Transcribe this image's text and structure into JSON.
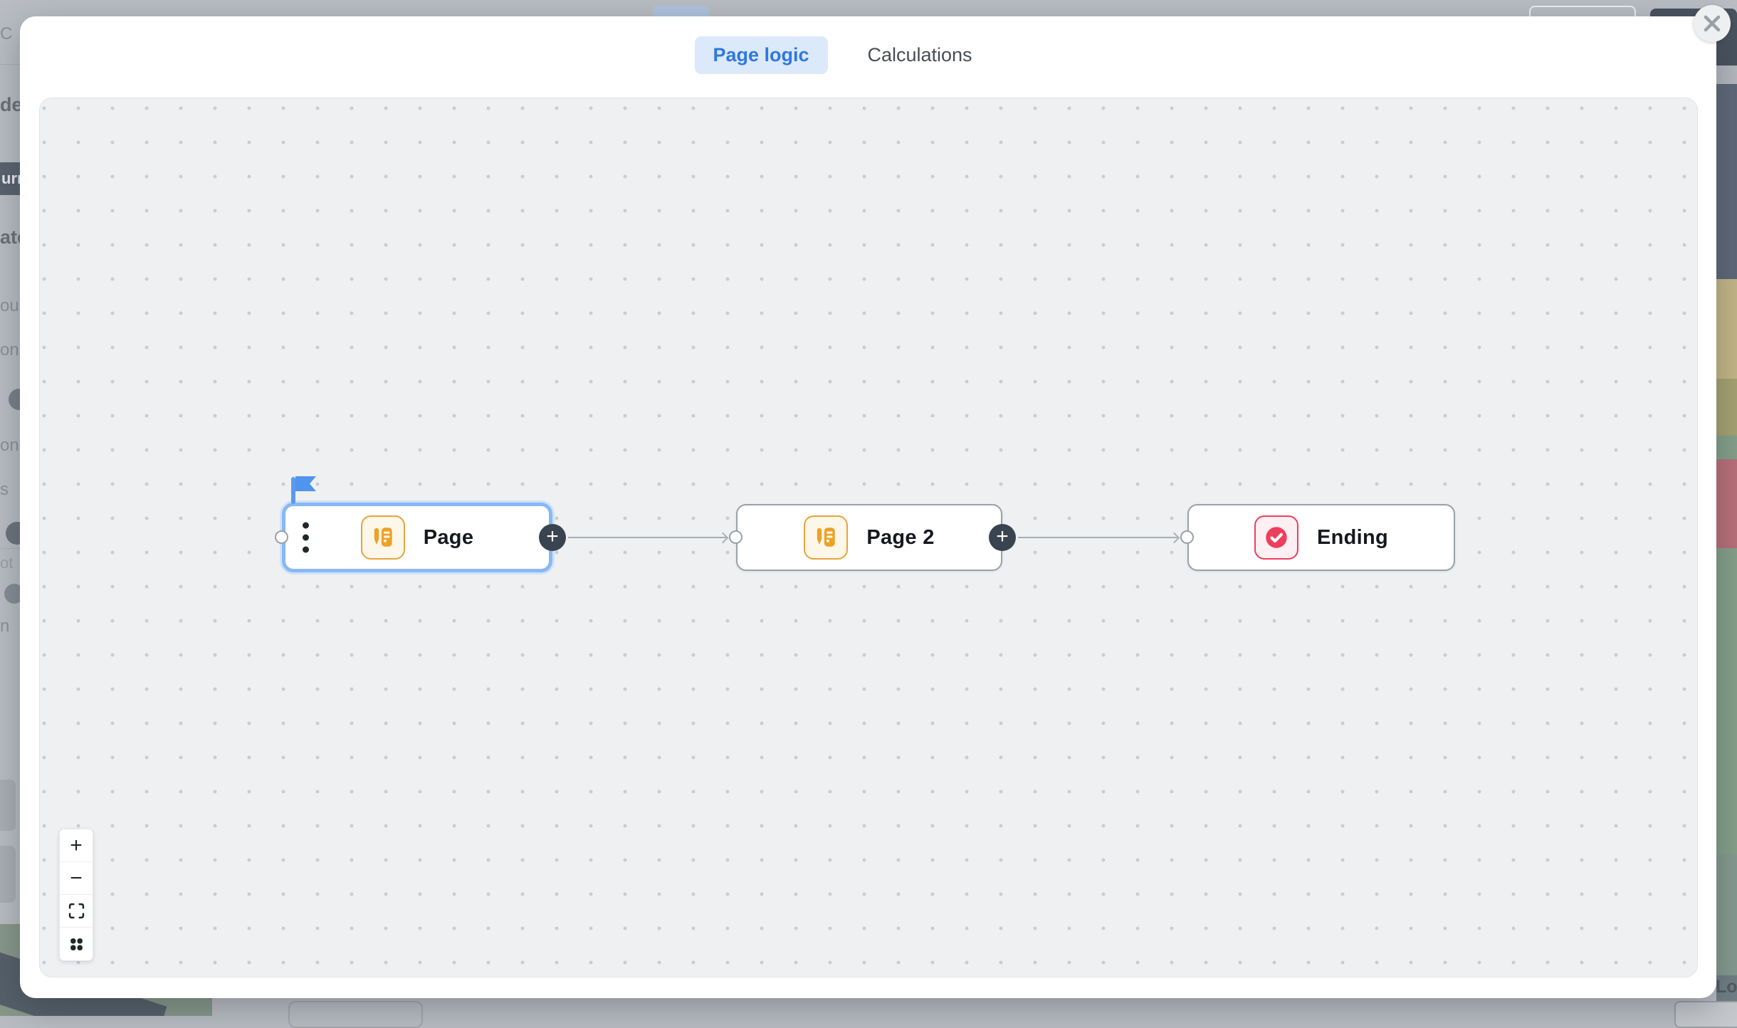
{
  "modal": {
    "tabs": [
      {
        "label": "Page logic",
        "active": true
      },
      {
        "label": "Calculations",
        "active": false
      }
    ]
  },
  "flow": {
    "nodes": [
      {
        "label": "Page",
        "type": "page",
        "selected": true,
        "is_start": true
      },
      {
        "label": "Page 2",
        "type": "page",
        "selected": false,
        "is_start": false
      },
      {
        "label": "Ending",
        "type": "ending",
        "selected": false,
        "is_start": false
      }
    ],
    "add_button_glyph": "+"
  },
  "canvas_controls": {
    "zoom_in_glyph": "+",
    "zoom_out_glyph": "−"
  },
  "background": {
    "left_fragments": [
      "C",
      "de",
      "urr",
      "ate",
      "our",
      "ons",
      "ons",
      "s",
      "ot",
      "n"
    ],
    "bottom_right_fragment": "Lo"
  },
  "colors": {
    "tab_active_bg": "#dce9fb",
    "tab_active_text": "#2f78dd",
    "selected_node_border": "#89b8f3",
    "page_icon_orange": "#eca226",
    "ending_icon_red": "#ee3e5e",
    "plus_button_bg": "#3a4350",
    "edge_gray": "#a9aeb3",
    "canvas_bg": "#eef0f2"
  }
}
